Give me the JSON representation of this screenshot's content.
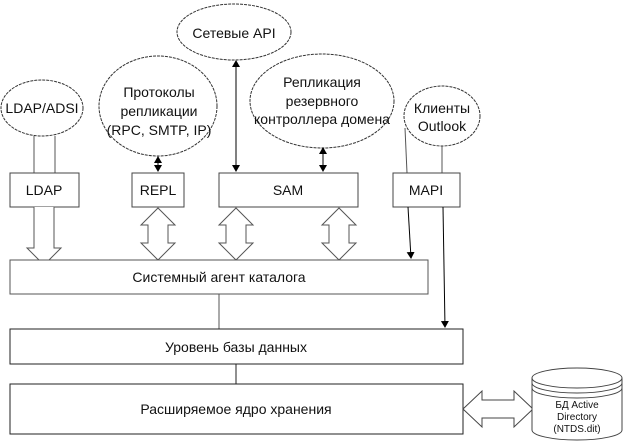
{
  "clouds": {
    "network_api": "Сетевые API",
    "ldap_adsi": "LDAP/ADSI",
    "repl_protocols": [
      "Протоколы",
      "репликации",
      "(RPC, SMTP, IP)"
    ],
    "dc_replication": [
      "Репликация",
      "резервного",
      "контроллера домена"
    ],
    "outlook_clients": [
      "Клиенты",
      "Outlook"
    ]
  },
  "boxes": {
    "ldap": "LDAP",
    "repl": "REPL",
    "sam": "SAM",
    "mapi": "MAPI",
    "dsa": "Системный агент каталога",
    "db_layer": "Уровень базы данных",
    "ese": "Расширяемое ядро хранения"
  },
  "database": [
    "БД Active",
    "Directory",
    "(NTDS.dit)"
  ]
}
